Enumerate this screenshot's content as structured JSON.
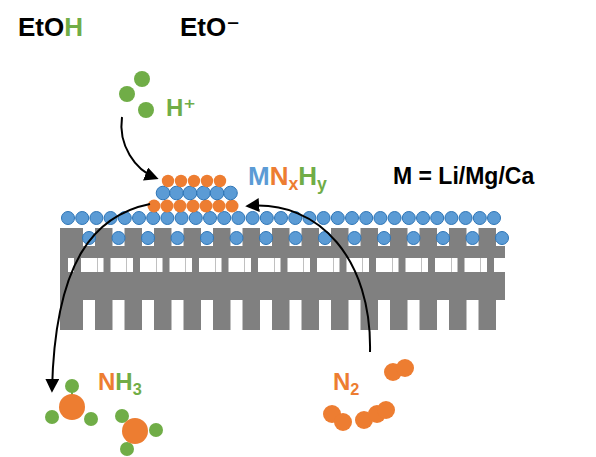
{
  "diagram": {
    "labels": [
      "EtOH",
      "EtO⁻",
      "H⁺",
      "MNxHy",
      "M = Li/Mg/Ca",
      "NH3",
      "N2"
    ]
  }
}
